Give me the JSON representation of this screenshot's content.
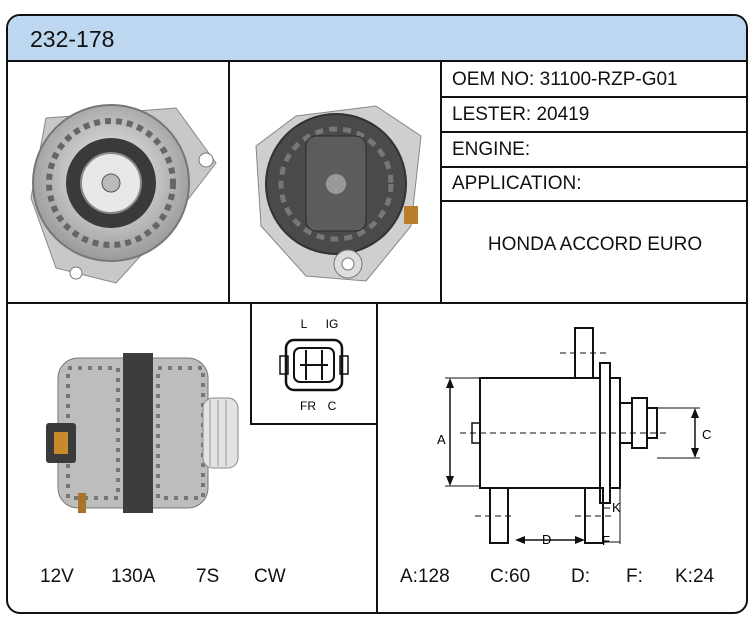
{
  "header": {
    "part_number": "232-178"
  },
  "specs": {
    "oem_label": "OEM NO:",
    "oem_value": "31100-RZP-G01",
    "lester_label": "LESTER:",
    "lester_value": "20419",
    "engine_label": "ENGINE:",
    "engine_value": "",
    "application_label": "APPLICATION:",
    "application_value": "",
    "vehicle": "HONDA ACCORD EURO"
  },
  "connector": {
    "pin_labels": [
      "L",
      "IG",
      "FR",
      "C"
    ]
  },
  "electrical": {
    "voltage": "12V",
    "amperage": "130A",
    "pulley": "7S",
    "rotation": "CW"
  },
  "dimension_labels": {
    "a": "A",
    "c": "C",
    "d": "D",
    "f": "F",
    "k": "K"
  },
  "dimensions": {
    "a": "A:128",
    "c": "C:60",
    "d": "D:",
    "f": "F:",
    "k": "K:24"
  },
  "colors": {
    "header_bg": "#bcd7ef",
    "frame": "#111111"
  }
}
